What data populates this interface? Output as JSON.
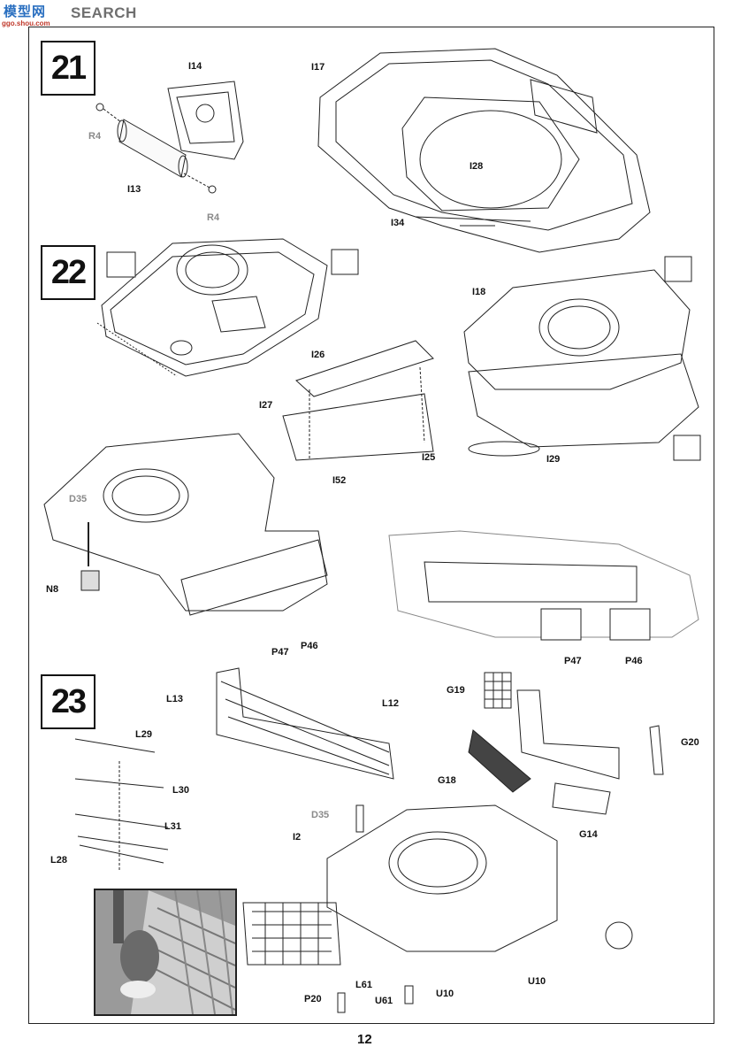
{
  "logo": {
    "cn": "模型网",
    "en": "SEARCH",
    "url": "ggo.shou.com"
  },
  "steps": {
    "s21": "21",
    "s22": "22",
    "s23": "23"
  },
  "labels": {
    "I14": "I14",
    "I17": "I17",
    "R4a": "R4",
    "R4b": "R4",
    "I13": "I13",
    "I28": "I28",
    "I34": "I34",
    "I18": "I18",
    "I26": "I26",
    "I27": "I27",
    "I25": "I25",
    "I52": "I52",
    "I29": "I29",
    "D35a": "D35",
    "N8": "N8",
    "P47a": "P47",
    "P46a": "P46",
    "P47b": "P47",
    "P46b": "P46",
    "L13": "L13",
    "L12": "L12",
    "L29": "L29",
    "L30": "L30",
    "L31": "L31",
    "L28": "L28",
    "G19": "G19",
    "G20": "G20",
    "G18": "G18",
    "G14": "G14",
    "D35b": "D35",
    "I2": "I2",
    "L61": "L61",
    "P20": "P20",
    "U61": "U61",
    "U10a": "U10",
    "U10b": "U10"
  },
  "page_number": "12"
}
